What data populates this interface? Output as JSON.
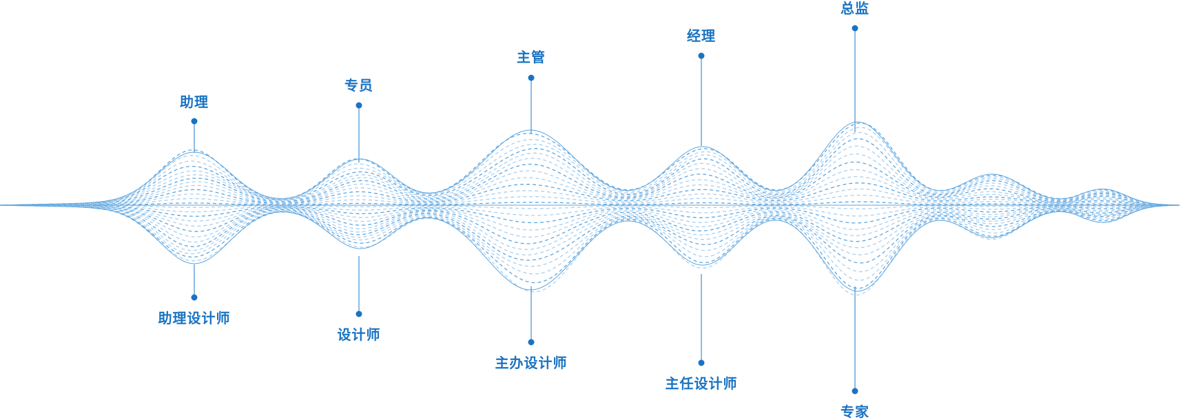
{
  "colors": {
    "accent": "#1a73c2",
    "wave": "#5ea6de",
    "wave_light": "#a9cff0",
    "line": "#3f8fd4"
  },
  "career_levels": [
    {
      "top_title": "助理",
      "bottom_title": "助理设计师"
    },
    {
      "top_title": "专员",
      "bottom_title": "设计师"
    },
    {
      "top_title": "主管",
      "bottom_title": "主办设计师"
    },
    {
      "top_title": "经理",
      "bottom_title": "主任设计师"
    },
    {
      "top_title": "总监",
      "bottom_title": "专家"
    }
  ]
}
